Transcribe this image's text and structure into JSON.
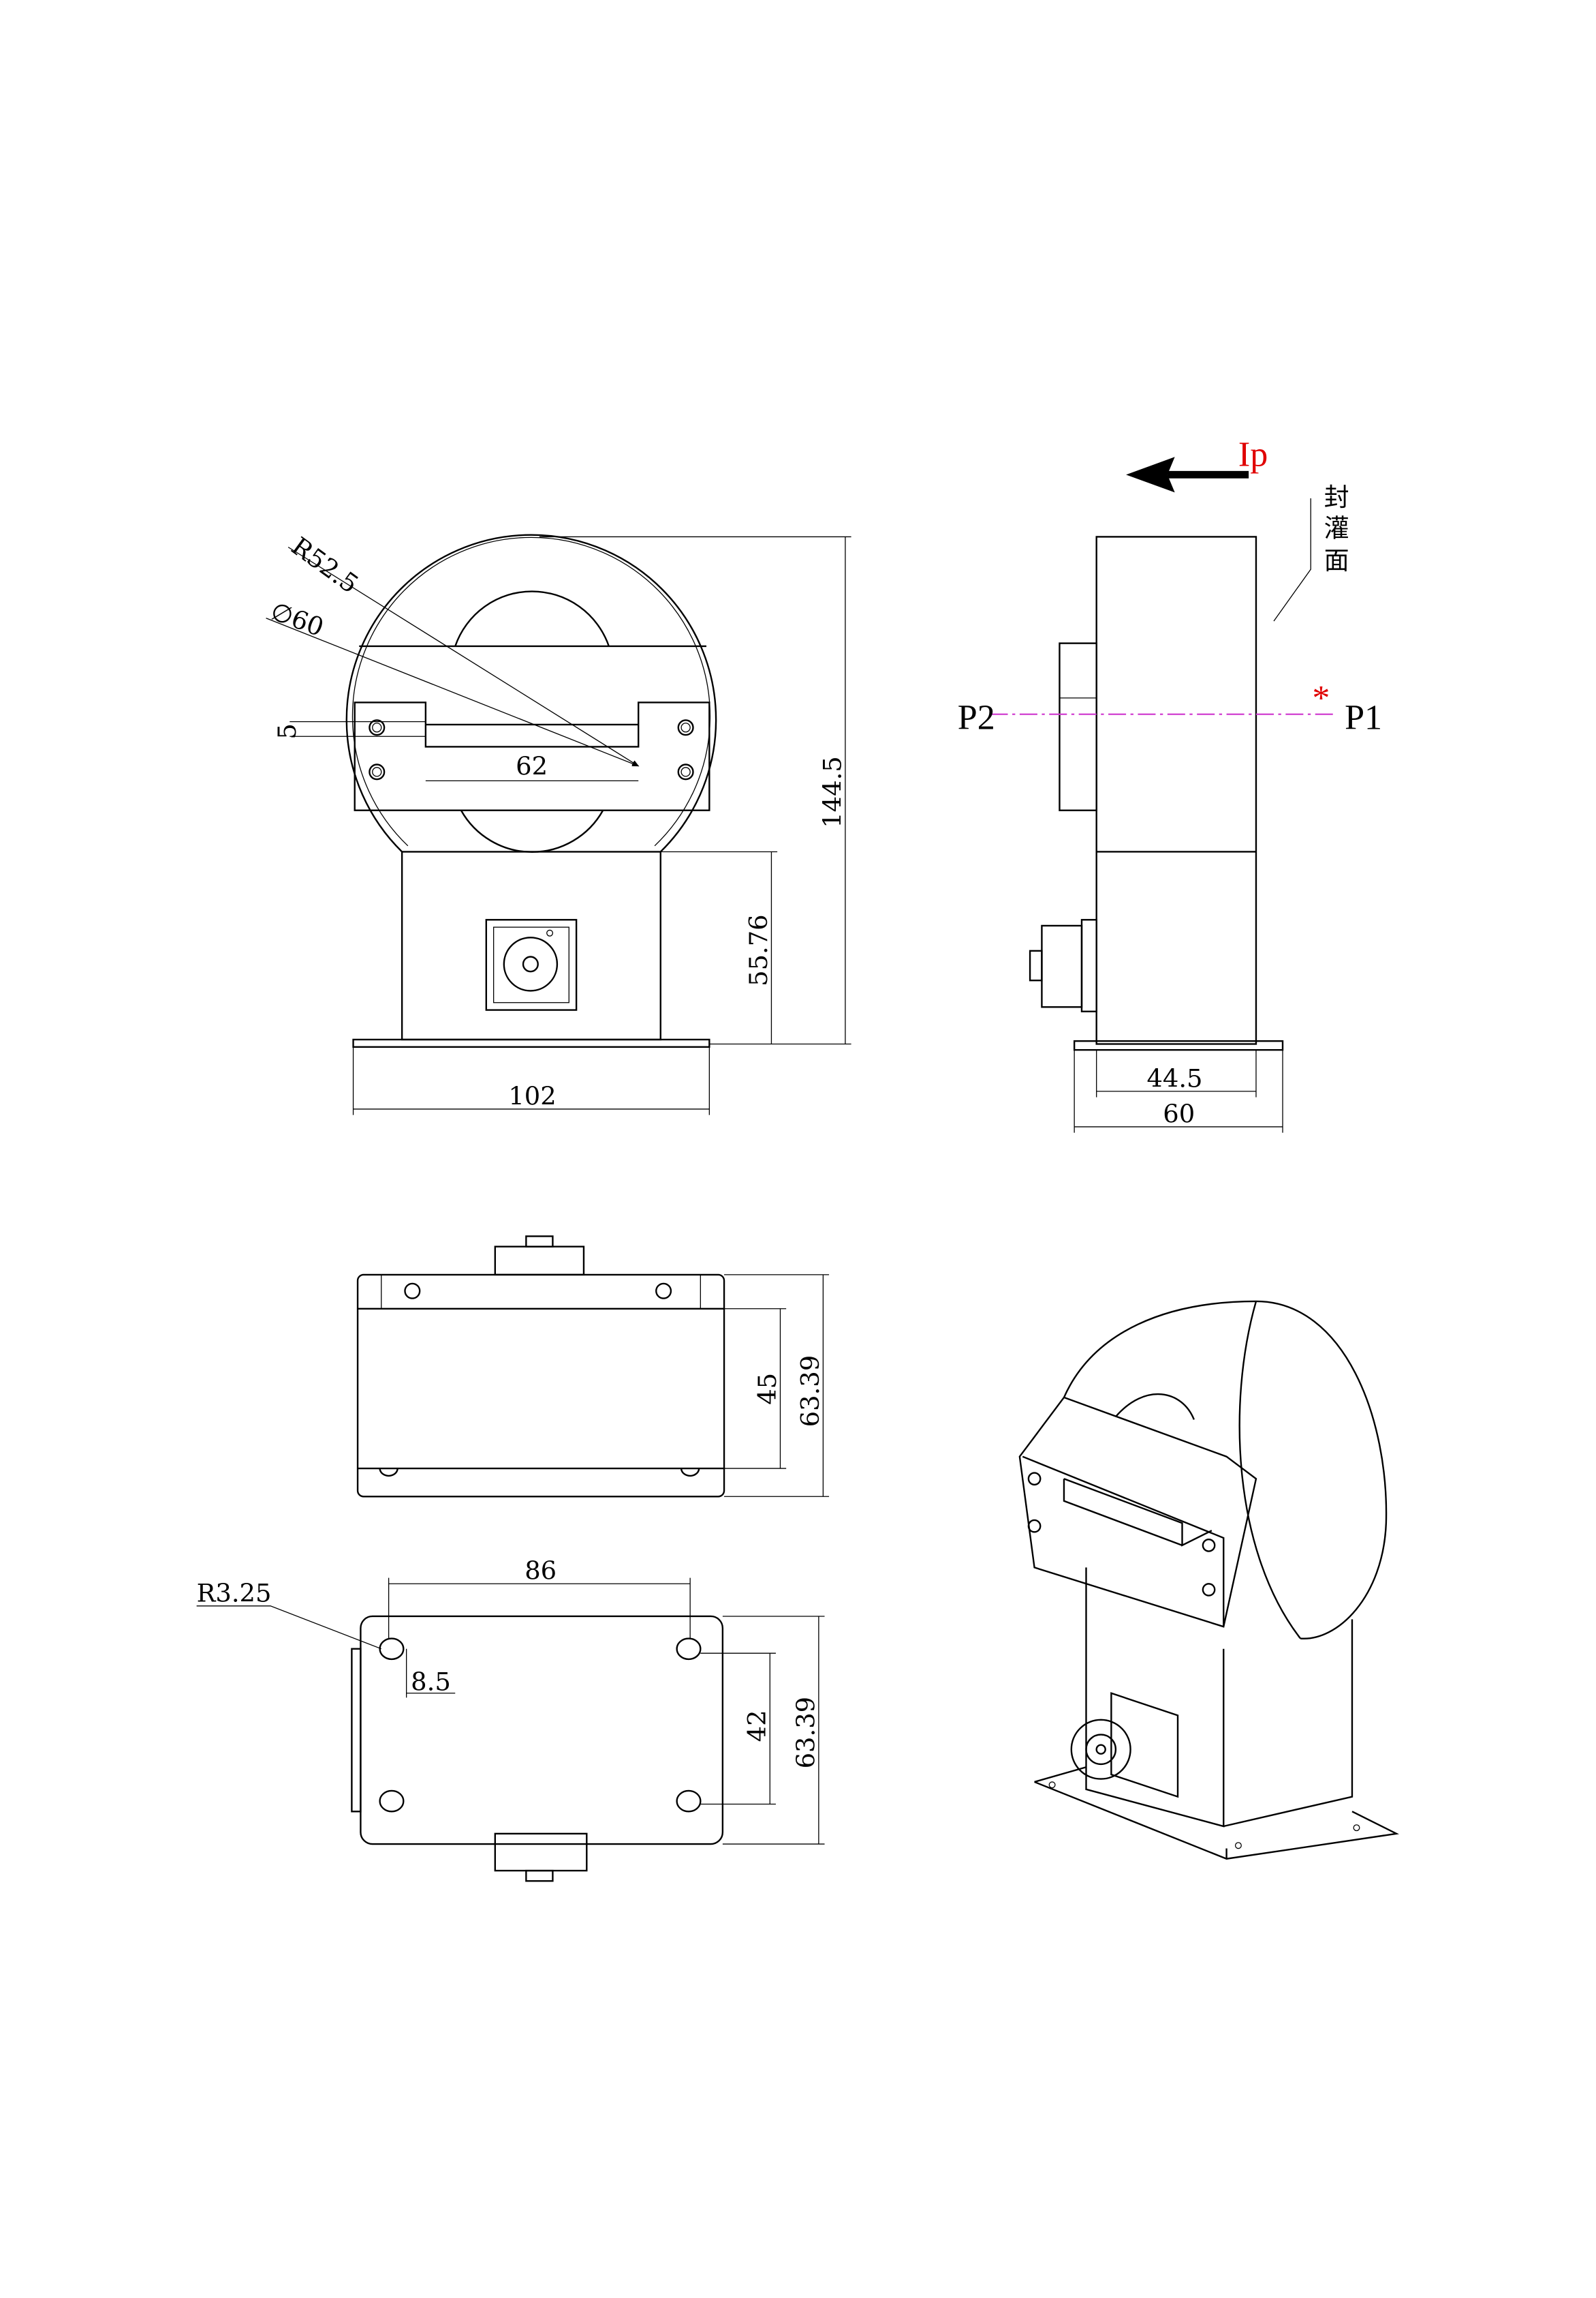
{
  "front_view": {
    "radius": "R52.5",
    "diameter": "∅60",
    "slot_height": "5",
    "slot_width": "62",
    "total_height": "144.5",
    "body_height": "55.76",
    "base_width": "102"
  },
  "side_view": {
    "current_label": "Ip",
    "p1": "P1",
    "p2": "P2",
    "marker": "*",
    "seal_face": [
      "封",
      "灌",
      "面"
    ],
    "body_depth": "44.5",
    "base_depth": "60"
  },
  "top_view": {
    "body_depth": "45",
    "overall_depth": "63.39"
  },
  "bottom_view": {
    "hole_radius": "R3.25",
    "hole_spacing_x": "86",
    "hole_offset": "8.5",
    "hole_spacing_y": "42",
    "overall_depth": "63.39"
  },
  "colors": {
    "current": "#e00000",
    "centerline": "#d040d0"
  }
}
